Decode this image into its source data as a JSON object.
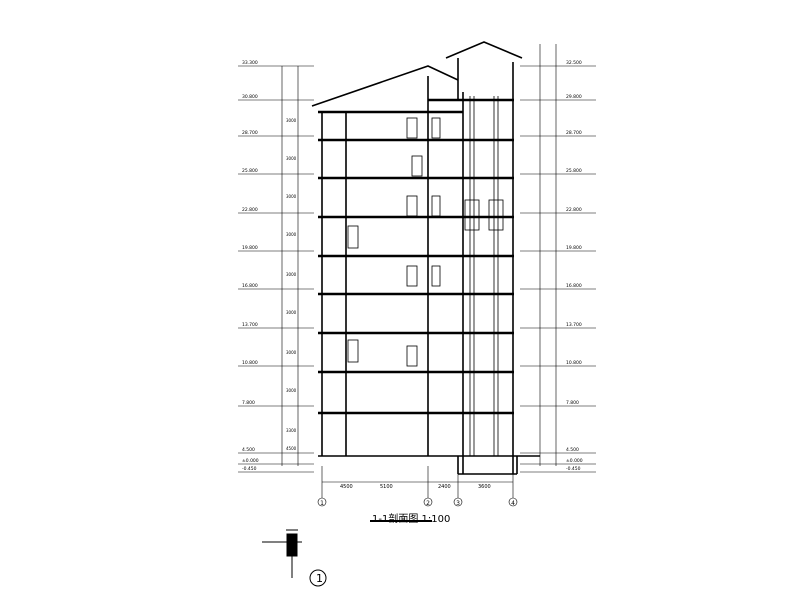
{
  "drawing": {
    "title": "1-1剖面图",
    "scale": "1:100",
    "detail_marker": "1",
    "grid_axes": [
      "1",
      "2",
      "3",
      "4"
    ],
    "left_elevations": [
      "33.300",
      "30.800",
      "28.700",
      "25.800",
      "22.800",
      "19.800",
      "16.800",
      "13.700",
      "10.800",
      "7.800",
      "4.500",
      "±0.000",
      "-0.450"
    ],
    "right_elevations": [
      "32.500",
      "29.800",
      "28.700",
      "25.800",
      "22.800",
      "19.800",
      "16.800",
      "13.700",
      "10.800",
      "7.800",
      "4.500",
      "±0.000",
      "-0.450"
    ],
    "floor_heights": [
      "3000",
      "3000",
      "3000",
      "3000",
      "3000",
      "3000",
      "3000",
      "3000",
      "3300",
      "4500"
    ],
    "spans": [
      "4500",
      "5100",
      "2400",
      "3600"
    ]
  }
}
